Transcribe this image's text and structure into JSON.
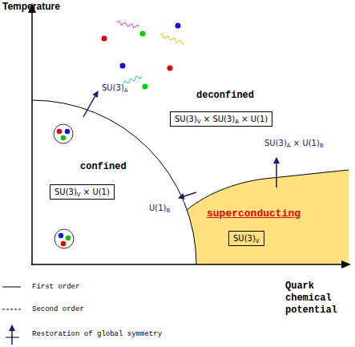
{
  "diagram": {
    "nodes": [
      {
        "text": [
          "confined",
          "SU(3)V × U(1)"
        ]
      },
      {
        "text": [
          "deconfined",
          "SU(3)V × SU(3)A × U(1)"
        ]
      },
      {
        "text": [
          "superconducting",
          "SU(3)V"
        ]
      }
    ],
    "labels": [
      "Temperature",
      "SU(3)A",
      "SU(3)A × U(1)B",
      "U(1)B",
      "Quark chemical potential"
    ],
    "legend": [
      {
        "text": "First order"
      },
      {
        "text": "Second order"
      },
      {
        "text": "Restoration of global symmetry"
      }
    ]
  }
}
